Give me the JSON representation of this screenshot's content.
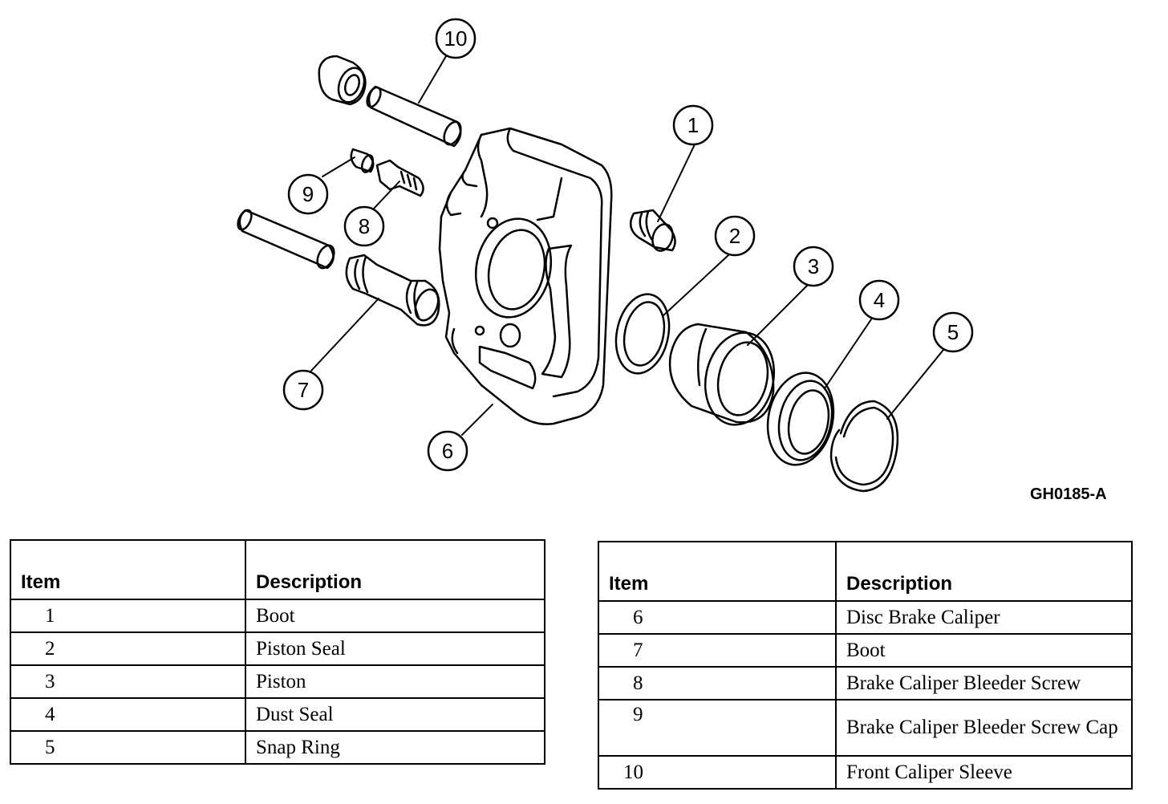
{
  "figure_id": "GH0185-A",
  "callouts": [
    "1",
    "2",
    "3",
    "4",
    "5",
    "6",
    "7",
    "8",
    "9",
    "10"
  ],
  "tables": [
    {
      "headers": [
        "Item",
        "Description"
      ],
      "rows": [
        {
          "item": "1",
          "description": "Boot"
        },
        {
          "item": "2",
          "description": "Piston Seal"
        },
        {
          "item": "3",
          "description": "Piston"
        },
        {
          "item": "4",
          "description": "Dust Seal"
        },
        {
          "item": "5",
          "description": "Snap Ring"
        }
      ]
    },
    {
      "headers": [
        "Item",
        "Description"
      ],
      "rows": [
        {
          "item": "6",
          "description": "Disc Brake Caliper"
        },
        {
          "item": "7",
          "description": "Boot"
        },
        {
          "item": "8",
          "description": "Brake Caliper Bleeder Screw"
        },
        {
          "item": "9",
          "description": "Brake Caliper Bleeder Screw Cap"
        },
        {
          "item": "10",
          "description": "Front Caliper Sleeve"
        }
      ]
    }
  ]
}
